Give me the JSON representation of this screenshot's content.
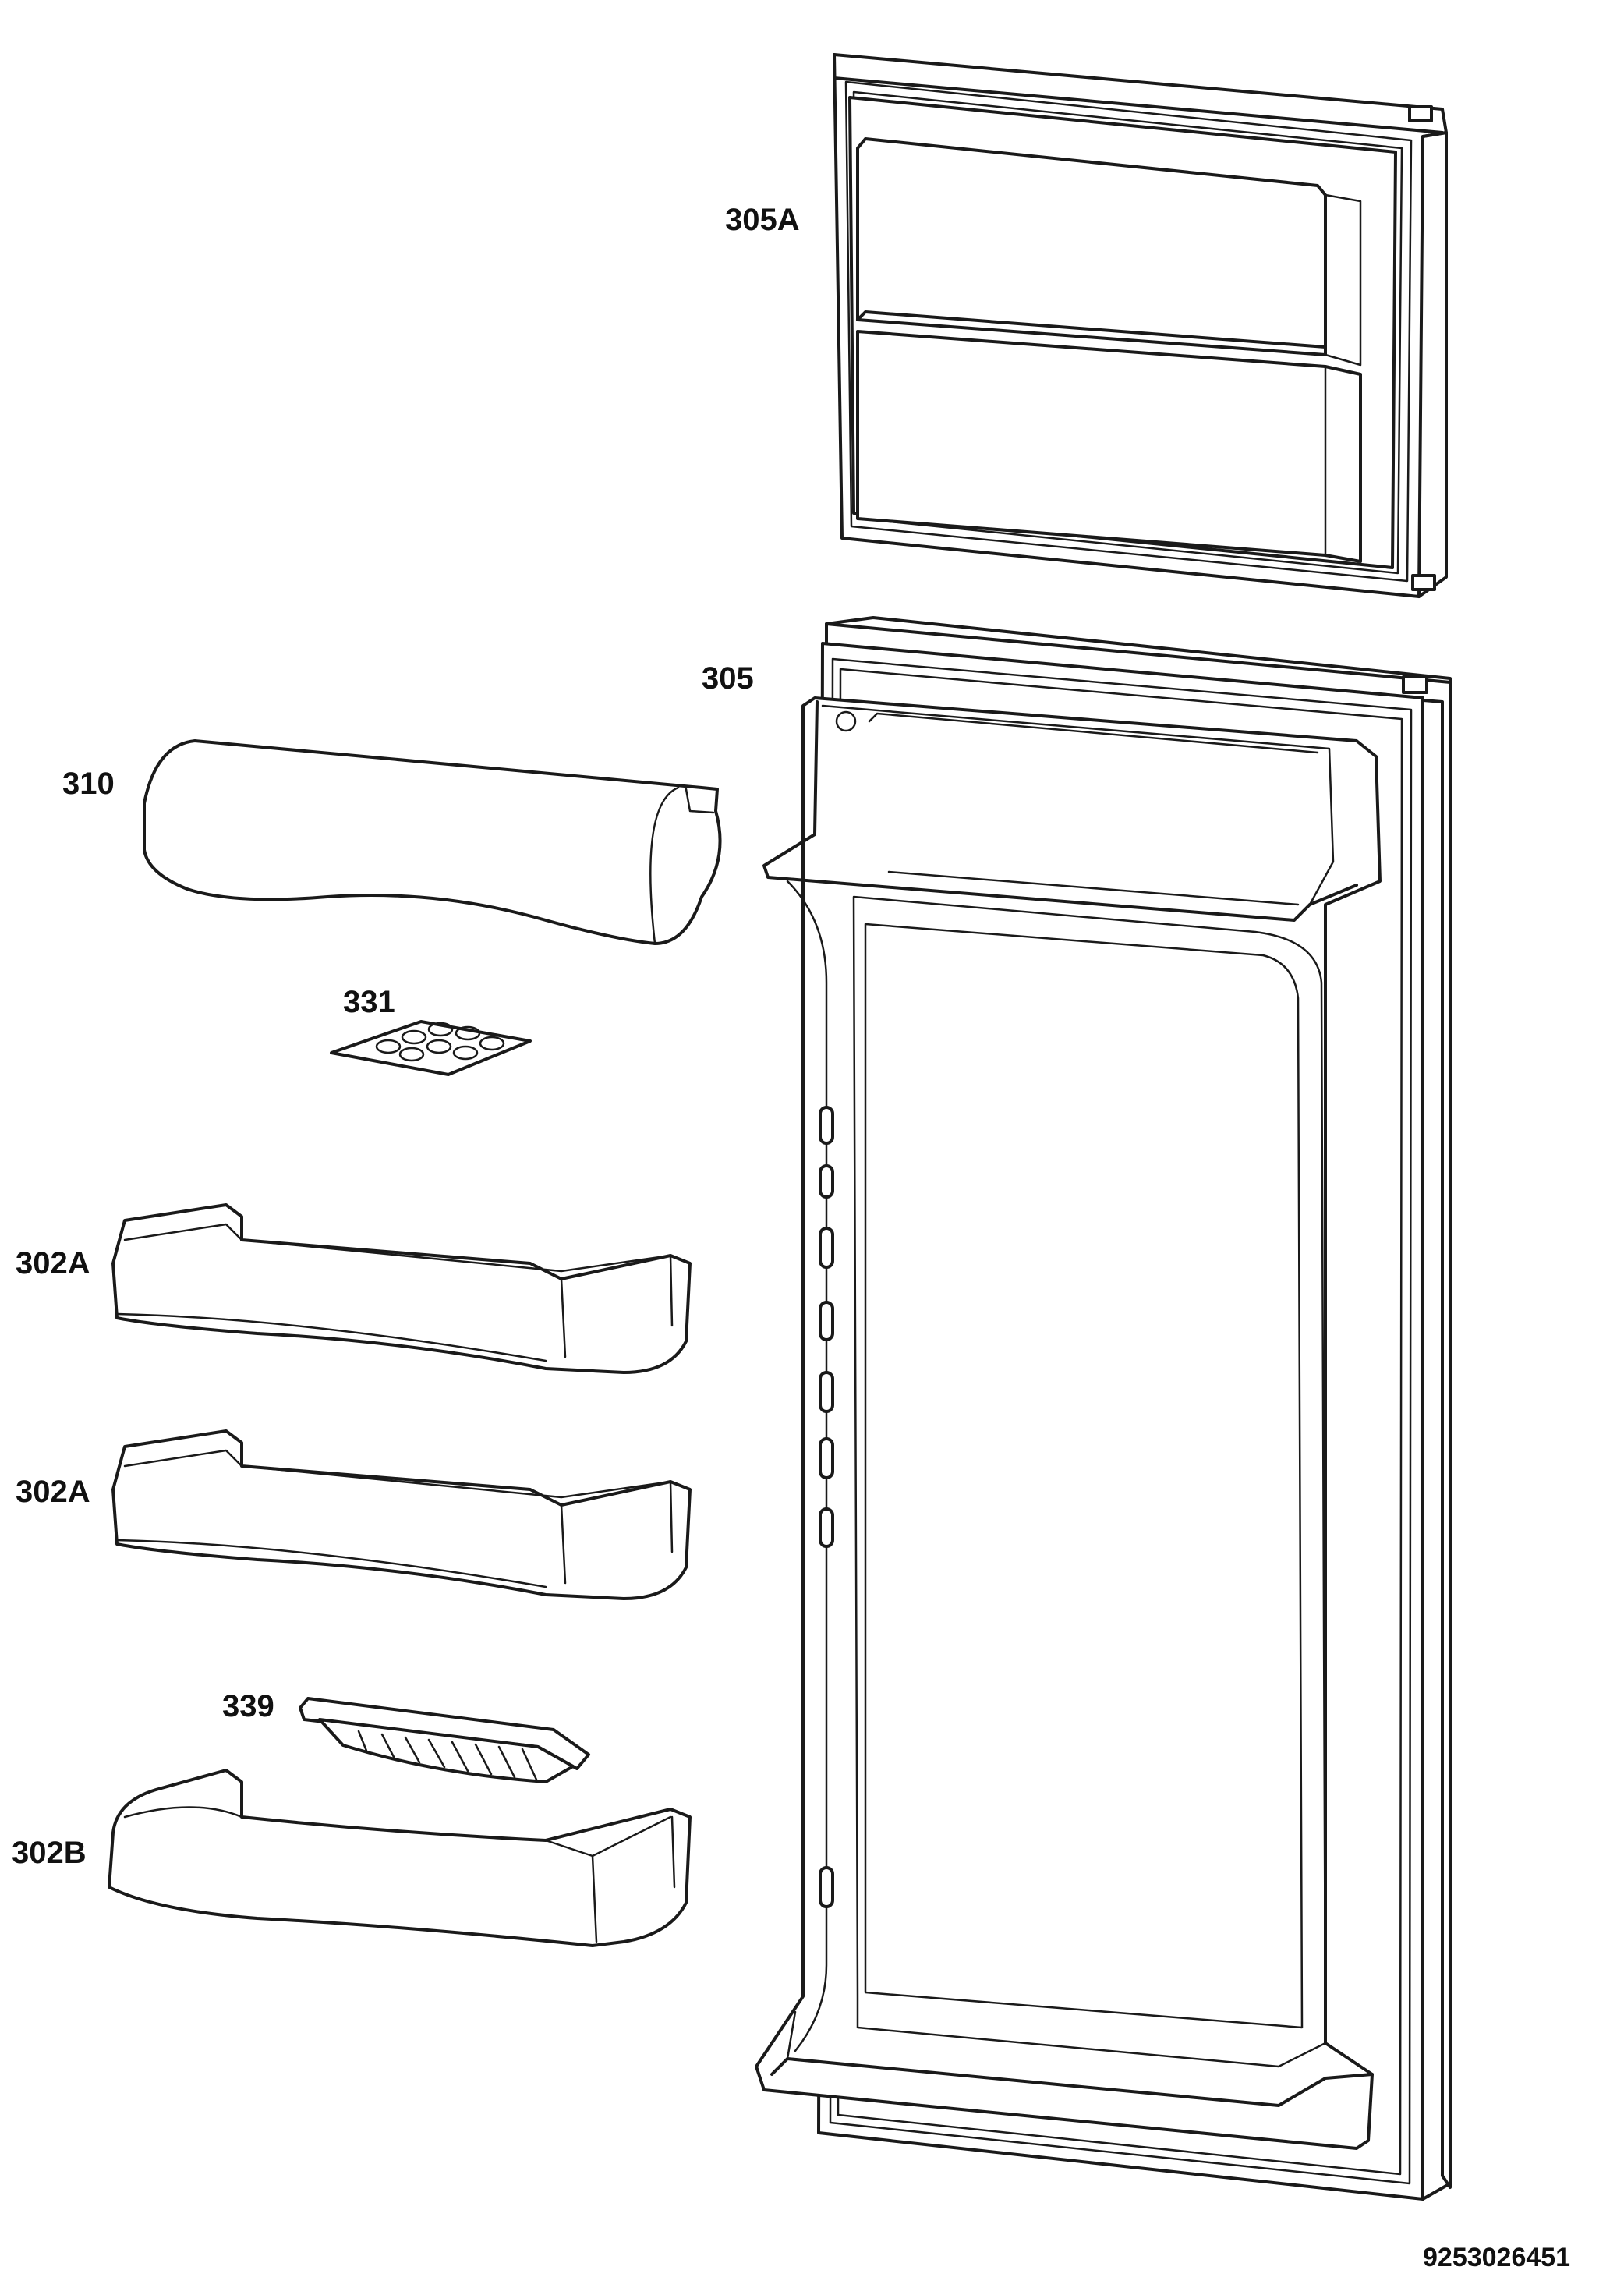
{
  "labels": {
    "freezer_door": "305A",
    "fridge_door": "305",
    "dairy_cover": "310",
    "egg_tray": "331",
    "shelf_upper": "302A",
    "shelf_middle": "302A",
    "bottle_clip": "339",
    "shelf_bottom": "302B"
  },
  "document_number": "9253026451"
}
